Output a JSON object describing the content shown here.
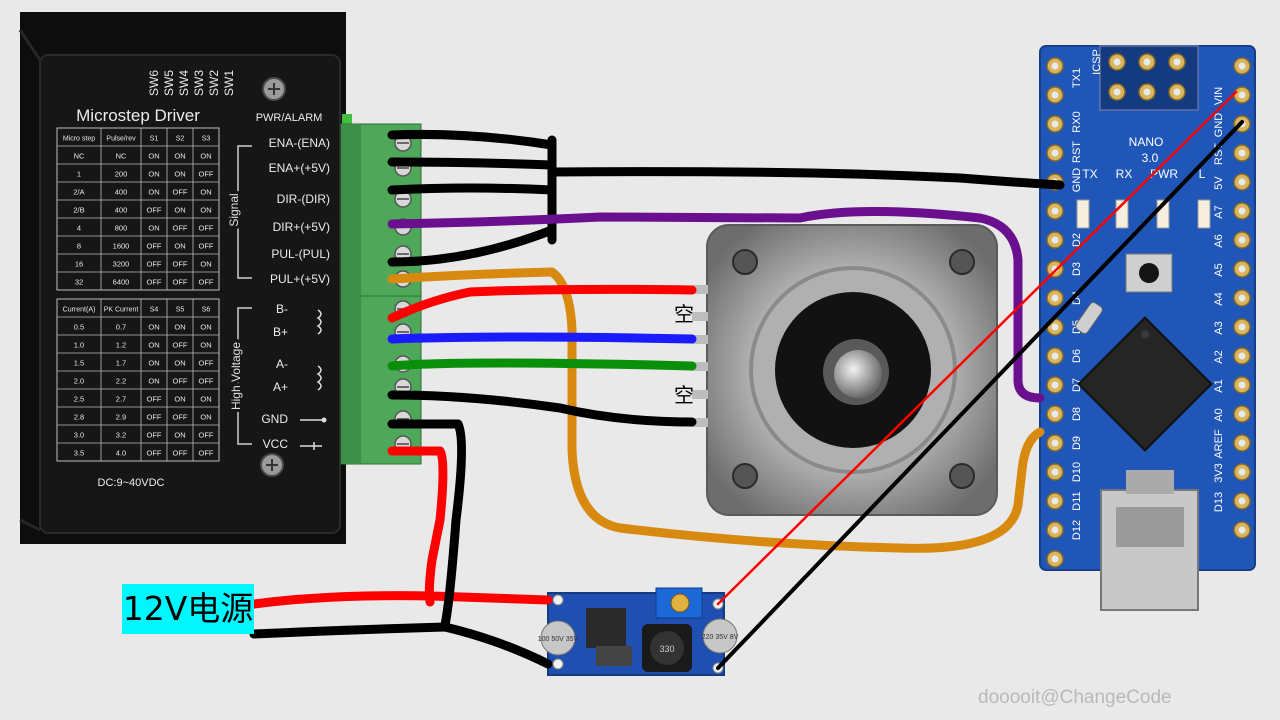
{
  "driver": {
    "title": "Microstep Driver",
    "switch_labels": [
      "SW6",
      "SW5",
      "SW4",
      "SW3",
      "SW2",
      "SW1"
    ],
    "pwr_alarm": "PWR/ALARM",
    "signal_group": "Signal",
    "hv_group": "High Voltage",
    "dc_range": "DC:9~40VDC",
    "terminals": [
      "ENA-(ENA)",
      "ENA+(+5V)",
      "DIR-(DIR)",
      "DIR+(+5V)",
      "PUL-(PUL)",
      "PUL+(+5V)",
      "B-",
      "B+",
      "A-",
      "A+",
      "GND",
      "VCC"
    ],
    "microstep_table": {
      "headers": [
        "Micro step",
        "Pulse/rev",
        "S1",
        "S2",
        "S3"
      ],
      "rows": [
        [
          "NC",
          "NC",
          "ON",
          "ON",
          "ON"
        ],
        [
          "1",
          "200",
          "ON",
          "ON",
          "OFF"
        ],
        [
          "2/A",
          "400",
          "ON",
          "OFF",
          "ON"
        ],
        [
          "2/B",
          "400",
          "OFF",
          "ON",
          "ON"
        ],
        [
          "4",
          "800",
          "ON",
          "OFF",
          "OFF"
        ],
        [
          "8",
          "1600",
          "OFF",
          "ON",
          "OFF"
        ],
        [
          "16",
          "3200",
          "OFF",
          "OFF",
          "ON"
        ],
        [
          "32",
          "6400",
          "OFF",
          "OFF",
          "OFF"
        ]
      ]
    },
    "current_table": {
      "headers": [
        "Current(A)",
        "PK Current",
        "S4",
        "S5",
        "S6"
      ],
      "rows": [
        [
          "0.5",
          "0.7",
          "ON",
          "ON",
          "ON"
        ],
        [
          "1.0",
          "1.2",
          "ON",
          "OFF",
          "ON"
        ],
        [
          "1.5",
          "1.7",
          "ON",
          "ON",
          "OFF"
        ],
        [
          "2.0",
          "2.2",
          "ON",
          "OFF",
          "OFF"
        ],
        [
          "2.5",
          "2.7",
          "OFF",
          "ON",
          "ON"
        ],
        [
          "2.8",
          "2.9",
          "OFF",
          "OFF",
          "ON"
        ],
        [
          "3.0",
          "3.2",
          "OFF",
          "ON",
          "OFF"
        ],
        [
          "3.5",
          "4.0",
          "OFF",
          "OFF",
          "OFF"
        ]
      ]
    }
  },
  "motor": {
    "empty_label": "空"
  },
  "arduino": {
    "model": "NANO",
    "version": "3.0",
    "top_labels": [
      "TX1",
      "RX0",
      "RST",
      "GND"
    ],
    "led_labels": [
      "TX",
      "RX",
      "PWR",
      "L"
    ],
    "left_pins": [
      "D2",
      "D3",
      "D4",
      "D5",
      "D6",
      "D7",
      "D8",
      "D9",
      "D10",
      "D11",
      "D12"
    ],
    "right_pins": [
      "VIN",
      "GND",
      "RST",
      "5V",
      "A7",
      "A6",
      "A5",
      "A4",
      "A3",
      "A2",
      "A1",
      "A0",
      "AREF",
      "3V3",
      "D13"
    ],
    "icsp": "ICSP"
  },
  "buck": {
    "capacitor_top": "100 50V 35V",
    "capacitor_right": "220 35V 8V",
    "inductor": "330"
  },
  "power_label": "12V电源",
  "watermark": "dooooit@ChangeCode",
  "colors": {
    "wire_black": "#000000",
    "wire_red": "#ff0000",
    "wire_blue": "#1b1bff",
    "wire_green": "#0a8f0a",
    "wire_purple": "#6a0f8e",
    "wire_orange": "#d88a10",
    "driver_body": "#151515",
    "terminal_green": "#4fa85a",
    "arduino_blue": "#1f56b8",
    "power_label_bg": "#00f7ff"
  }
}
